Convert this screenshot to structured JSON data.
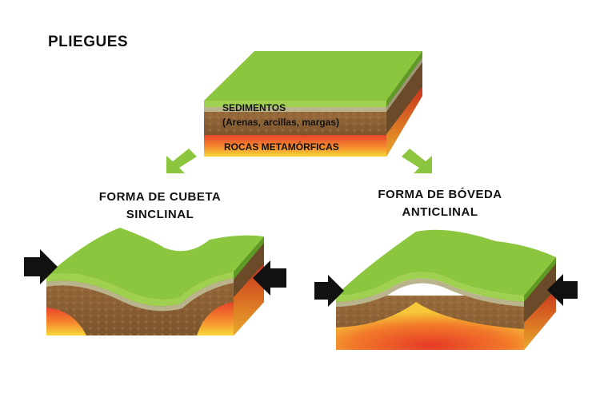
{
  "title": "PLIEGUES",
  "top_block": {
    "sediments_label": "SEDIMENTOS",
    "sediments_detail": "(Arenas, arcillas, margas)",
    "metamorphic_label": "ROCAS METAMÓRFICAS"
  },
  "syncline": {
    "line1": "FORMA DE CUBETA",
    "line2": "SINCLINAL"
  },
  "anticline": {
    "line1": "FORMA DE BÓVEDA",
    "line2": "ANTICLINAL"
  },
  "colors": {
    "grass": "#8cc63f",
    "grass_dark": "#5f9a25",
    "sediment_band": "#b9b48c",
    "sediment": "#8a6236",
    "rock_red": "#e8432b",
    "rock_yellow": "#f7d23a",
    "arrow_green": "#8cc63f",
    "arrow_black": "#111111"
  }
}
